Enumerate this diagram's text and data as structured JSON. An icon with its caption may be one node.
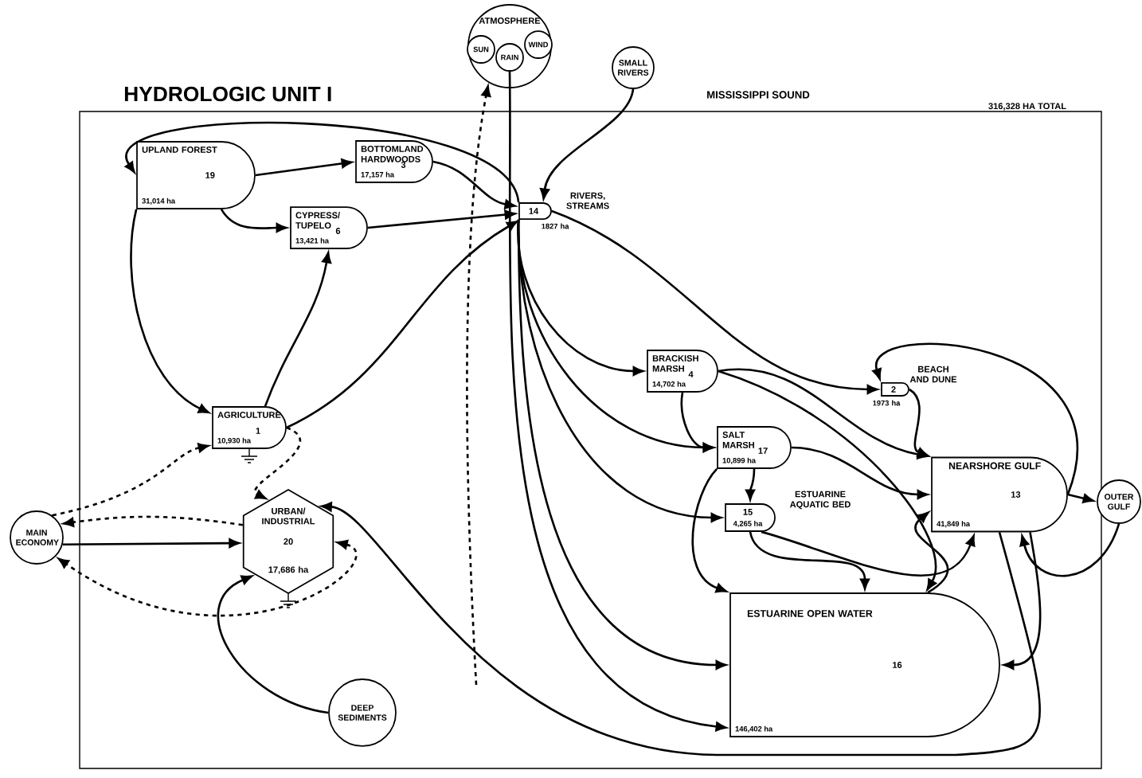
{
  "diagram": {
    "title": "HYDROLOGIC UNIT I",
    "nodes": [
      {
        "text": [
          "ATMOSPHERE"
        ]
      },
      {
        "text": [
          "SUN"
        ],
        "in": 0
      },
      {
        "text": [
          "RAIN"
        ],
        "in": 0
      },
      {
        "text": [
          "WIND"
        ],
        "in": 0
      },
      {
        "text": [
          "SMALL RIVERS"
        ]
      },
      {
        "text": [
          "UPLAND FOREST",
          "19",
          "31,014 ha"
        ]
      },
      {
        "text": [
          "BOTTOMLAND HARDWOODS",
          "3",
          "17,157 ha"
        ]
      },
      {
        "text": [
          "CYPRESS/ TUPELO",
          "6",
          "13,421 ha"
        ]
      },
      {
        "text": [
          "14"
        ],
        "beside": [
          "RIVERS, STREAMS",
          "1827 ha"
        ]
      },
      {
        "text": [
          "AGRICULTURE",
          "1",
          "10,930 ha"
        ]
      },
      {
        "text": [
          "MAIN ECONOMY"
        ]
      },
      {
        "text": [
          "URBAN/ INDUSTRIAL",
          "20",
          "17,686 ha"
        ]
      },
      {
        "text": [
          "DEEP SEDIMENTS"
        ]
      },
      {
        "text": [
          "BRACKISH MARSH",
          "4",
          "14,702 ha"
        ]
      },
      {
        "text": [
          "2"
        ],
        "beside": [
          "BEACH AND DUNE",
          "1973 ha"
        ]
      },
      {
        "text": [
          "SALT MARSH",
          "17",
          "10,899 ha"
        ]
      },
      {
        "text": [
          "15",
          "4,265 ha"
        ],
        "beside": [
          "ESTUARINE AQUATIC BED"
        ]
      },
      {
        "text": [
          "NEARSHORE GULF",
          "13",
          "41,849 ha"
        ]
      },
      {
        "text": [
          "OUTER GULF"
        ]
      },
      {
        "text": [
          "ESTUARINE OPEN WATER",
          "16",
          "146,402 ha"
        ]
      }
    ],
    "edges": [
      {
        "from": 2,
        "to": 19,
        "arrow": "to"
      },
      {
        "from": null,
        "to": 0,
        "arrow": "to",
        "style": "dashed"
      },
      {
        "from": 4,
        "to": 8,
        "arrow": "to"
      },
      {
        "from": 5,
        "to": 6,
        "arrow": "to"
      },
      {
        "from": 5,
        "to": 7,
        "arrow": "to"
      },
      {
        "from": 6,
        "to": 8,
        "arrow": "to"
      },
      {
        "from": 7,
        "to": 8,
        "arrow": "to"
      },
      {
        "from": 8,
        "to": 5,
        "arrow": "to"
      },
      {
        "from": 9,
        "to": 8,
        "arrow": "to"
      },
      {
        "from": 9,
        "to": 7,
        "arrow": "to"
      },
      {
        "from": 5,
        "to": 9,
        "arrow": "to"
      },
      {
        "from": 8,
        "to": 13,
        "arrow": "to"
      },
      {
        "from": 8,
        "to": 15,
        "arrow": "to"
      },
      {
        "from": 8,
        "to": 16,
        "arrow": "to"
      },
      {
        "from": 8,
        "to": 19,
        "arrow": "to"
      },
      {
        "from": 8,
        "to": 14,
        "arrow": "to"
      },
      {
        "from": 10,
        "to": 11,
        "arrow": "to"
      },
      {
        "from": 11,
        "to": 10,
        "arrow": "to",
        "style": "dashed"
      },
      {
        "from": 10,
        "to": 9,
        "arrow": "to",
        "style": "dashed"
      },
      {
        "from": 9,
        "to": 11,
        "arrow": "to",
        "style": "dashed"
      },
      {
        "from": 11,
        "to": 10,
        "arrow": "both",
        "style": "dashed"
      },
      {
        "from": 12,
        "to": 11,
        "arrow": "to"
      },
      {
        "from": 17,
        "to": 11,
        "arrow": "to"
      },
      {
        "from": 13,
        "to": 15,
        "arrow": "to"
      },
      {
        "from": 13,
        "to": 19,
        "arrow": "to"
      },
      {
        "from": 13,
        "to": 17,
        "arrow": "to"
      },
      {
        "from": 15,
        "to": 16,
        "arrow": "to"
      },
      {
        "from": 15,
        "to": 19,
        "arrow": "to"
      },
      {
        "from": 15,
        "to": 17,
        "arrow": "to"
      },
      {
        "from": 16,
        "to": 19,
        "arrow": "to"
      },
      {
        "from": 16,
        "to": 17,
        "arrow": "to"
      },
      {
        "from": 14,
        "to": 17,
        "arrow": "to"
      },
      {
        "from": 17,
        "to": 14,
        "arrow": "to"
      },
      {
        "from": 17,
        "to": 18,
        "arrow": "to"
      },
      {
        "from": 18,
        "to": 17,
        "arrow": "to"
      },
      {
        "from": 17,
        "to": 19,
        "arrow": "to"
      },
      {
        "from": 19,
        "to": 17,
        "arrow": "to"
      }
    ],
    "labels": [
      "MISSISSIPPI SOUND",
      "316,328 HA TOTAL"
    ]
  }
}
